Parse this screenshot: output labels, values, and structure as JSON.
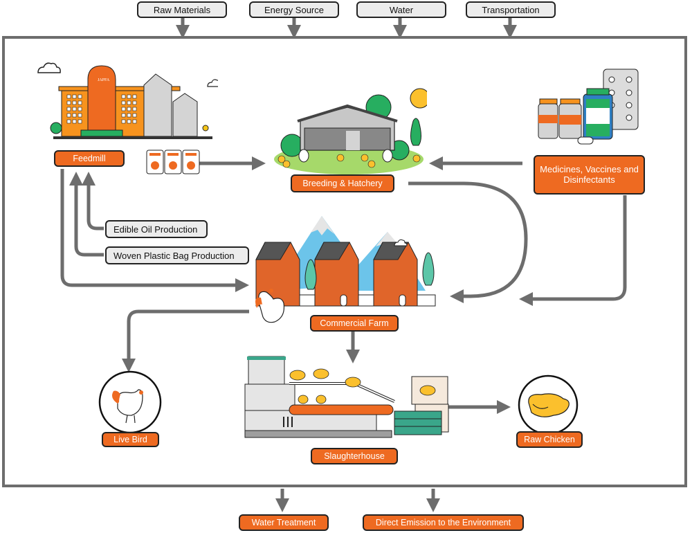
{
  "diagram": {
    "inputs": [
      {
        "label": "Raw Materials"
      },
      {
        "label": "Energy Source"
      },
      {
        "label": "Water"
      },
      {
        "label": "Transportation"
      }
    ],
    "stages": {
      "feedmill": "Feedmill",
      "feedmill_logo": "JAPFA",
      "breeding": "Breeding & Hatchery",
      "medicines": "Medicines, Vaccines and Disinfectants",
      "commercial_farm": "Commercial Farm",
      "live_bird": "Live Bird",
      "slaughterhouse": "Slaughterhouse",
      "raw_chicken": "Raw Chicken"
    },
    "suppliers": [
      {
        "label": "Edible Oil Production"
      },
      {
        "label": "Woven Plastic Bag Production"
      }
    ],
    "outputs": [
      {
        "label": "Water Treatment"
      },
      {
        "label": "Direct Emission to the Environment"
      }
    ],
    "colors": {
      "label_orange": "#ee6a21",
      "arrow_grey": "#6d6d6d",
      "box_grey": "#ececec",
      "building_orange": "#f7931e",
      "green": "#27ae60",
      "sky_blue": "#6cc4ea"
    }
  }
}
